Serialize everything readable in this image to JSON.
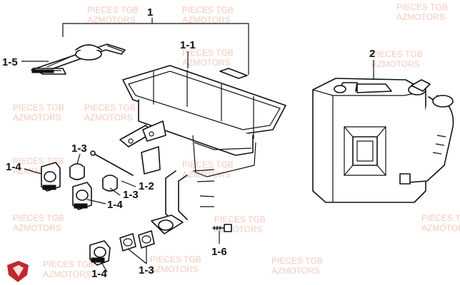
{
  "callouts": {
    "c1": "1",
    "c1_1": "1-1",
    "c1_2": "1-2",
    "c1_3a": "1-3",
    "c1_3b": "1-3",
    "c1_3c": "1-3",
    "c1_4a": "1-4",
    "c1_4b": "1-4",
    "c1_4c": "1-4",
    "c1_5": "1-5",
    "c1_6": "1-6",
    "c2": "2"
  },
  "watermark": {
    "line1": "PIECES TGB",
    "line2": "AZMOTORS"
  },
  "colors": {
    "watermark": "#f2b8a8",
    "logo": "#c0282d",
    "ink": "#111111"
  },
  "icons": [
    "logo-shield-icon"
  ]
}
